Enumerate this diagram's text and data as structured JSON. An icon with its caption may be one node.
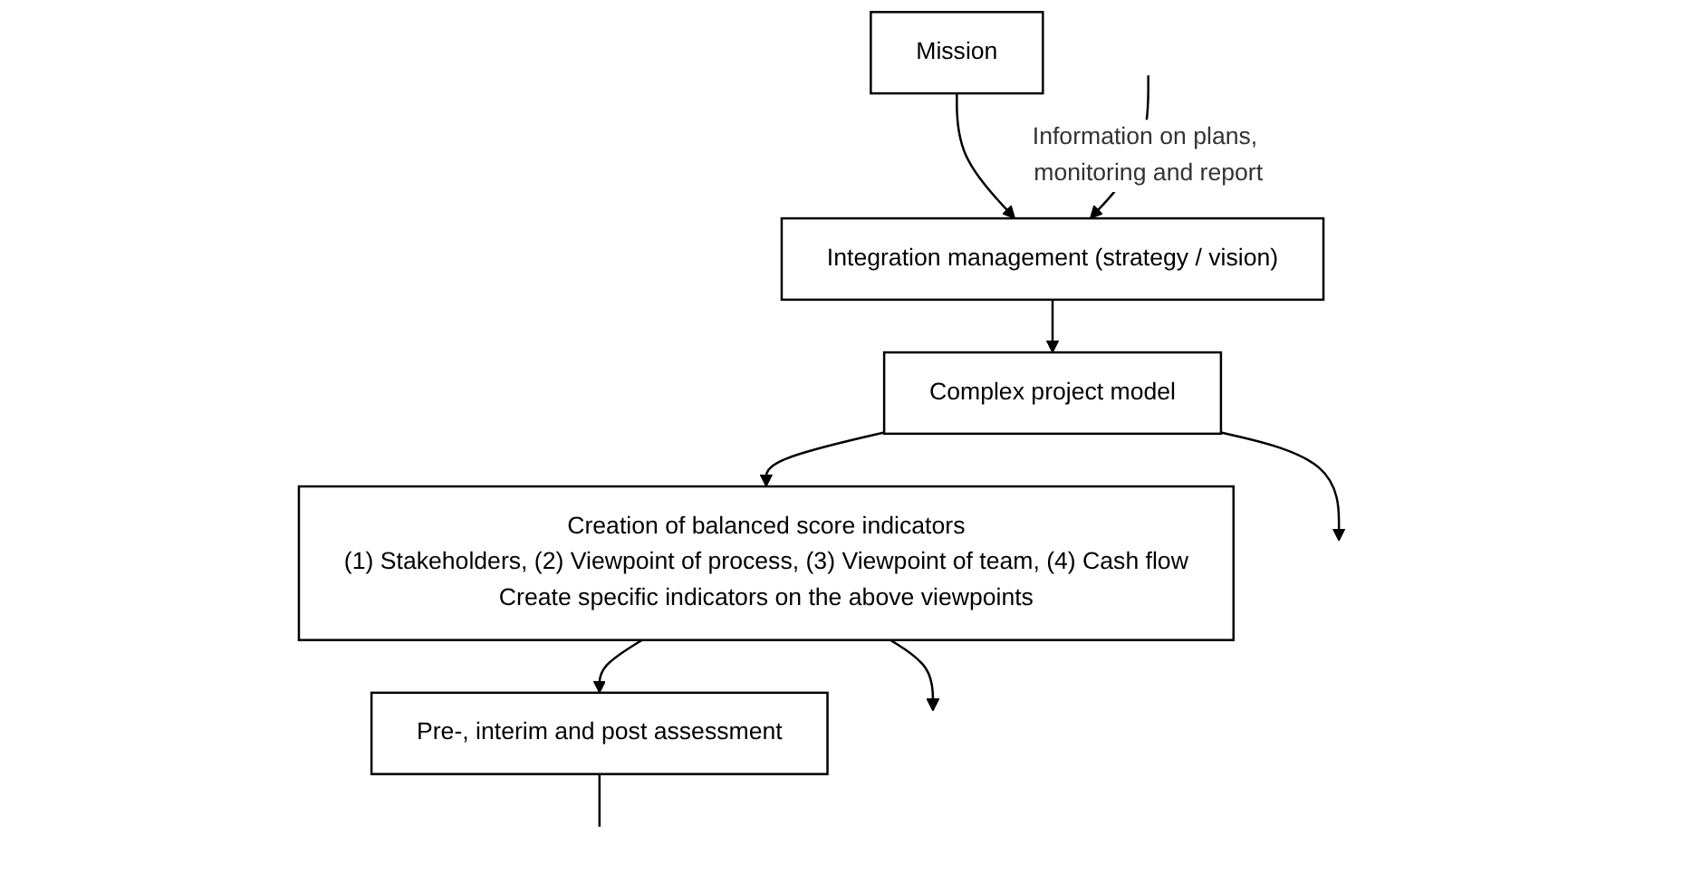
{
  "diagram": {
    "nodes": [
      {
        "text": [
          "Mission"
        ]
      },
      {
        "text": [
          "Integration management (strategy / vision)"
        ]
      },
      {
        "text": [
          "Complex project model"
        ]
      },
      {
        "text": [
          "Creation of balanced score indicators",
          "(1) Stakeholders, (2) Viewpoint of process, (3) Viewpoint of team, (4) Cash flow",
          "Create specific indicators on the above viewpoints"
        ]
      },
      {
        "text": [
          "Pre-, interim and post assessment"
        ]
      }
    ],
    "edges": [
      {
        "from": 0,
        "to": 1,
        "arrow": "to"
      },
      {
        "from": 1,
        "to": 2,
        "arrow": "to"
      },
      {
        "from": 2,
        "to": 3,
        "arrow": "to"
      },
      {
        "from": 3,
        "to": 4,
        "arrow": "to"
      },
      {
        "from": null,
        "to": 1,
        "arrow": "to",
        "label": "Information on plans, monitoring and report"
      },
      {
        "from": 2,
        "to": null,
        "arrow": "to"
      },
      {
        "from": 3,
        "to": null,
        "arrow": "to"
      },
      {
        "from": 4,
        "to": null,
        "arrow": "none"
      }
    ]
  }
}
